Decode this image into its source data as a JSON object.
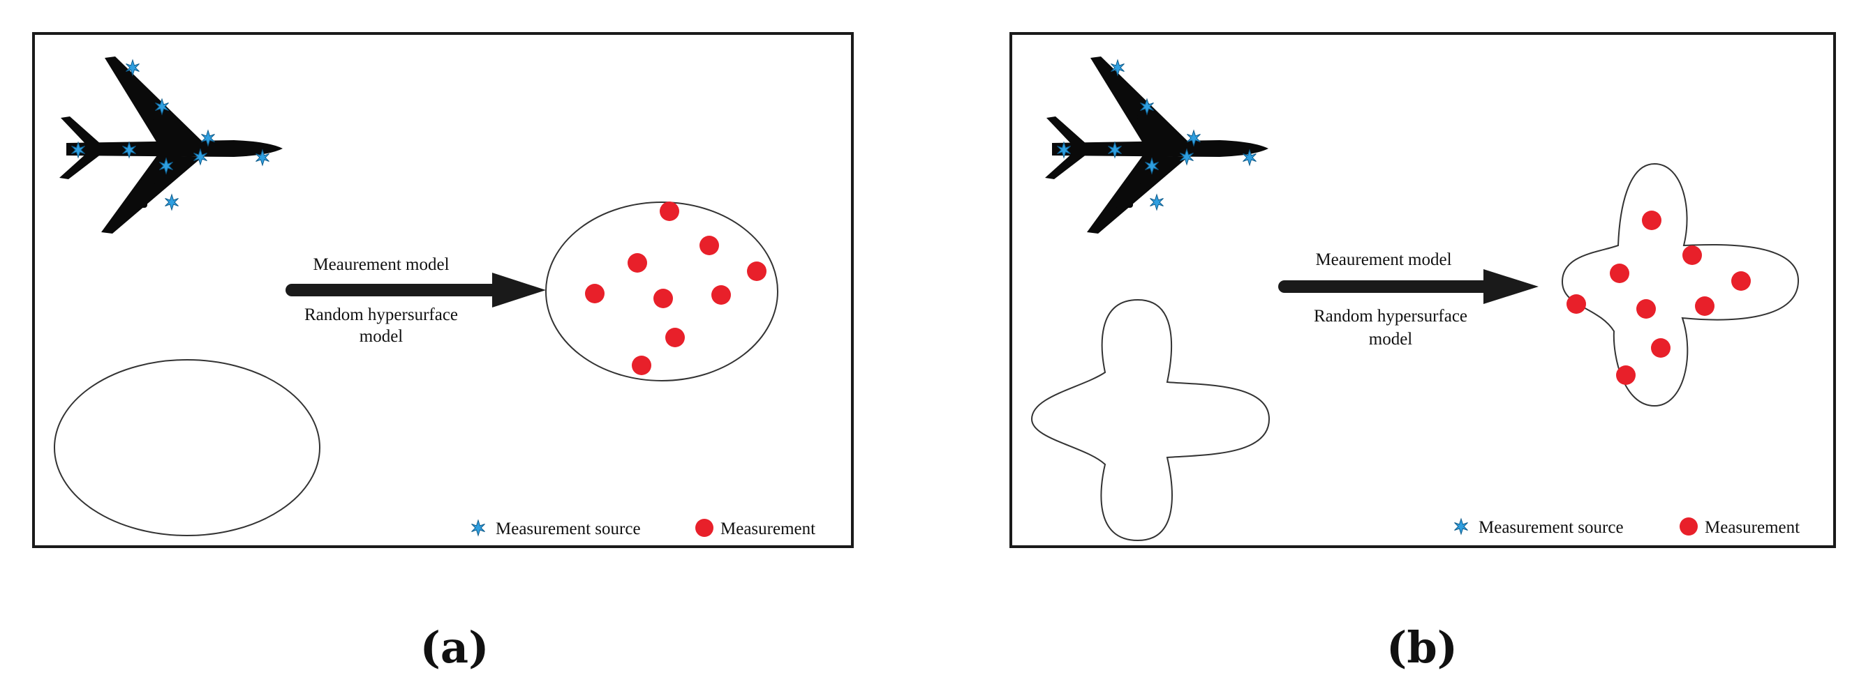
{
  "panels": [
    {
      "id": "a",
      "caption": "(a)",
      "arrow_label_top": "Meaurement model",
      "arrow_label_bottom_line1": "Random hypersurface",
      "arrow_label_bottom_line2": "model",
      "legend_source_label": "Measurement source",
      "legend_measurement_label": "Measurement",
      "extent_shape": "ellipse",
      "measurement_count": 9
    },
    {
      "id": "b",
      "caption": "(b)",
      "arrow_label_top": "Meaurement model",
      "arrow_label_bottom_line1": "Random hypersurface",
      "arrow_label_bottom_line2": "model",
      "legend_source_label": "Measurement source",
      "legend_measurement_label": "Measurement",
      "extent_shape": "four-lobed star-convex shape",
      "measurement_count": 9
    }
  ],
  "colors": {
    "frame": "#1a1a1a",
    "aircraft": "#0a0a0a",
    "source_marker": "#2f9fe0",
    "measurement": "#e8202a",
    "arrow": "#1a1a1a",
    "outline": "#333333"
  },
  "icons": {
    "aircraft": "airplane-icon",
    "source": "star-burst-icon",
    "measurement": "red-dot-icon"
  }
}
